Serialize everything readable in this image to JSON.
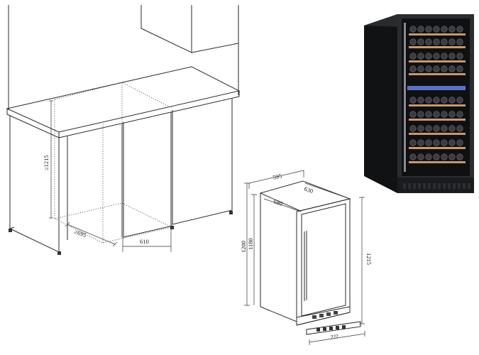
{
  "installation_drawing": {
    "height_label": "≥1215",
    "depth_label": "≥695",
    "width_label": "610"
  },
  "dimension_drawing": {
    "top_width": "595",
    "top_depth": "630",
    "door_depth": "680",
    "total_height": "1200",
    "body_height": "1180",
    "right_height": "1215",
    "base_width": "???"
  },
  "product_photo": {
    "colors": {
      "cabinet": "#1c1d20",
      "frame": "#2b2c30",
      "glass": "#0f1012",
      "shelf_wood": "#c89868",
      "bottle": "#3a3c42",
      "panel_light": "#5a70c8"
    }
  }
}
